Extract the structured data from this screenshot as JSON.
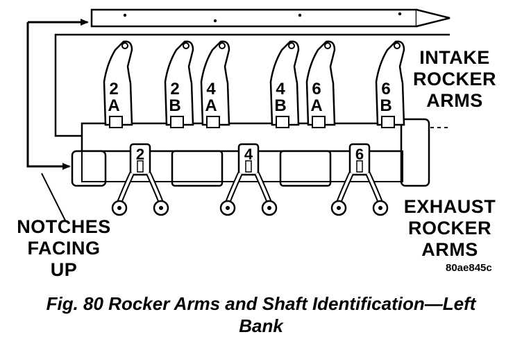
{
  "labels": {
    "intake": [
      "INTAKE",
      "ROCKER",
      "ARMS"
    ],
    "exhaust": [
      "EXHAUST",
      "ROCKER",
      "ARMS"
    ],
    "notches": [
      "NOTCHES",
      "FACING",
      "UP"
    ]
  },
  "intake_arms": [
    {
      "num": "2",
      "letter": "A"
    },
    {
      "num": "2",
      "letter": "B"
    },
    {
      "num": "4",
      "letter": "A"
    },
    {
      "num": "4",
      "letter": "B"
    },
    {
      "num": "6",
      "letter": "A"
    },
    {
      "num": "6",
      "letter": "B"
    }
  ],
  "exhaust_arms": [
    {
      "num": "2"
    },
    {
      "num": "4"
    },
    {
      "num": "6"
    }
  ],
  "ref_code": "80ae845c",
  "caption": [
    "Fig. 80 Rocker Arms and Shaft Identification—Left",
    "Bank"
  ]
}
